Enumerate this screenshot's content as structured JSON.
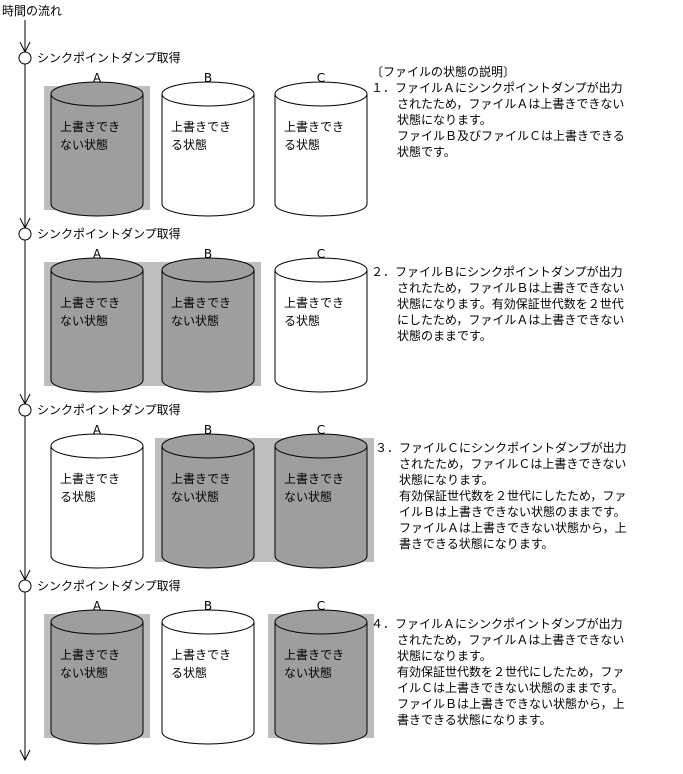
{
  "timeline_label": "時間の流れ",
  "description_heading": "〔ファイルの状態の説明〕",
  "file_labels": [
    "A",
    "B",
    "C"
  ],
  "states": {
    "not_overwritable": [
      "上書きでき",
      "ない状態"
    ],
    "overwritable": [
      "上書きでき",
      "る状態"
    ]
  },
  "colors": {
    "shaded": "#bdbdbd",
    "cylinder_fill_shaded": "#9e9e9e",
    "cylinder_fill_plain": "#ffffff",
    "line": "#000000"
  },
  "steps": [
    {
      "event": "シンクポイントダンプ取得",
      "files": [
        "not_overwritable",
        "overwritable",
        "overwritable"
      ],
      "description": [
        "１．ファイルＡにシンクポイントダンプが出力",
        "されたため，ファイルＡは上書きできない",
        "状態になります。",
        "ファイルＢ及びファイルＣは上書きできる",
        "状態です。"
      ]
    },
    {
      "event": "シンクポイントダンプ取得",
      "files": [
        "not_overwritable",
        "not_overwritable",
        "overwritable"
      ],
      "description": [
        "２．ファイルＢにシンクポイントダンプが出力",
        "されたため，ファイルＢは上書きできない",
        "状態になります。有効保証世代数を２世代",
        "にしたため，ファイルＡは上書きできない",
        "状態のままです。"
      ]
    },
    {
      "event": "シンクポイントダンプ取得",
      "files": [
        "overwritable",
        "not_overwritable",
        "not_overwritable"
      ],
      "description": [
        "３．ファイルＣにシンクポイントダンプが出力",
        "されたため，ファイルＣは上書きできない",
        "状態になります。",
        "有効保証世代数を２世代にしたため，ファ",
        "イルＢは上書きできない状態のままです。",
        "ファイルＡは上書きできない状態から，上",
        "書きできる状態になります。"
      ]
    },
    {
      "event": "シンクポイントダンプ取得",
      "files": [
        "not_overwritable",
        "overwritable",
        "not_overwritable"
      ],
      "description": [
        "４．ファイルＡにシンクポイントダンプが出力",
        "されたため，ファイルＡは上書きできない",
        "状態になります。",
        "有効保証世代数を２世代にしたため，ファ",
        "イルＣは上書きできない状態のままです。",
        "ファイルＢは上書きできない状態から，上",
        "書きできる状態になります。"
      ]
    }
  ]
}
